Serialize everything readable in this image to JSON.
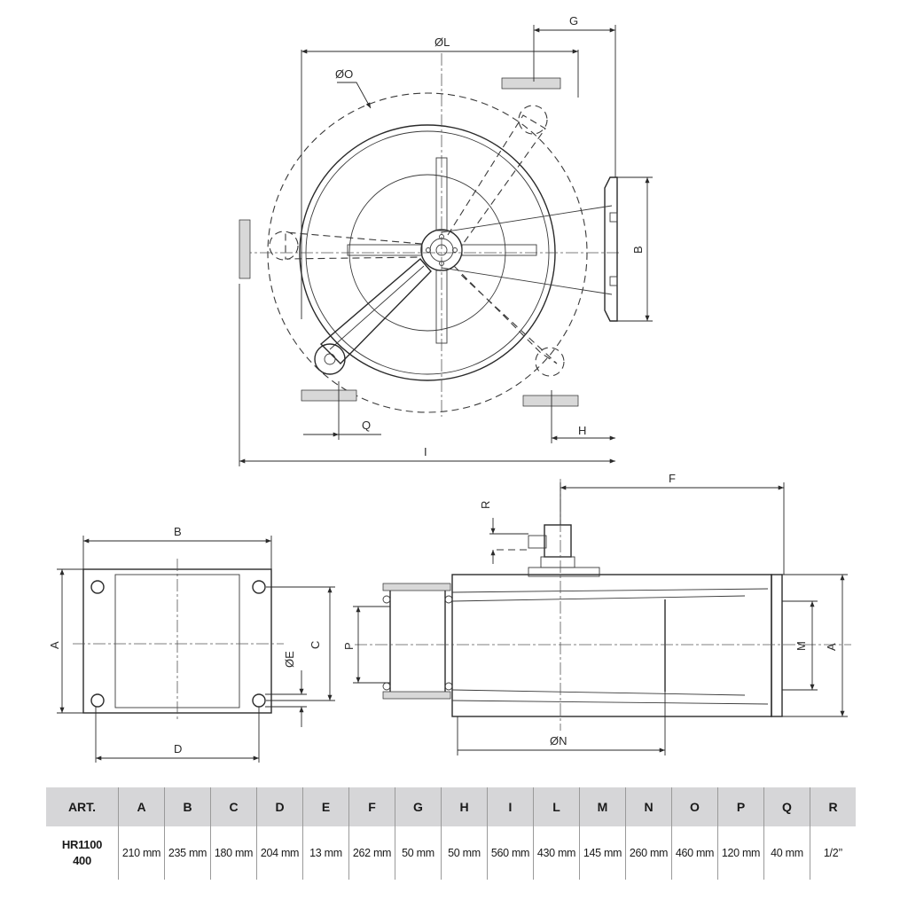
{
  "dimension_labels": {
    "top_view": {
      "L": "ØL",
      "G": "G",
      "O": "ØO",
      "B": "B",
      "Q": "Q",
      "H": "H",
      "I": "I"
    },
    "side_view": {
      "B": "B",
      "A": "A",
      "E": "ØE",
      "C": "C",
      "D": "D"
    },
    "front_view": {
      "R": "R",
      "F": "F",
      "P": "P",
      "M": "M",
      "A": "A",
      "N": "ØN"
    }
  },
  "spec_table": {
    "headers": [
      "ART.",
      "A",
      "B",
      "C",
      "D",
      "E",
      "F",
      "G",
      "H",
      "I",
      "L",
      "M",
      "N",
      "O",
      "P",
      "Q",
      "R"
    ],
    "row": {
      "art_line1": "HR1100",
      "art_line2": "400",
      "values": [
        "210 mm",
        "235 mm",
        "180 mm",
        "204 mm",
        "13 mm",
        "262 mm",
        "50 mm",
        "50 mm",
        "560 mm",
        "430 mm",
        "145 mm",
        "260 mm",
        "460 mm",
        "120 mm",
        "40 mm",
        "1/2’’"
      ]
    }
  },
  "colors": {
    "line": "#2a2a2a",
    "table_header": "#d6d6d8",
    "table_border": "#9a9a9a"
  }
}
